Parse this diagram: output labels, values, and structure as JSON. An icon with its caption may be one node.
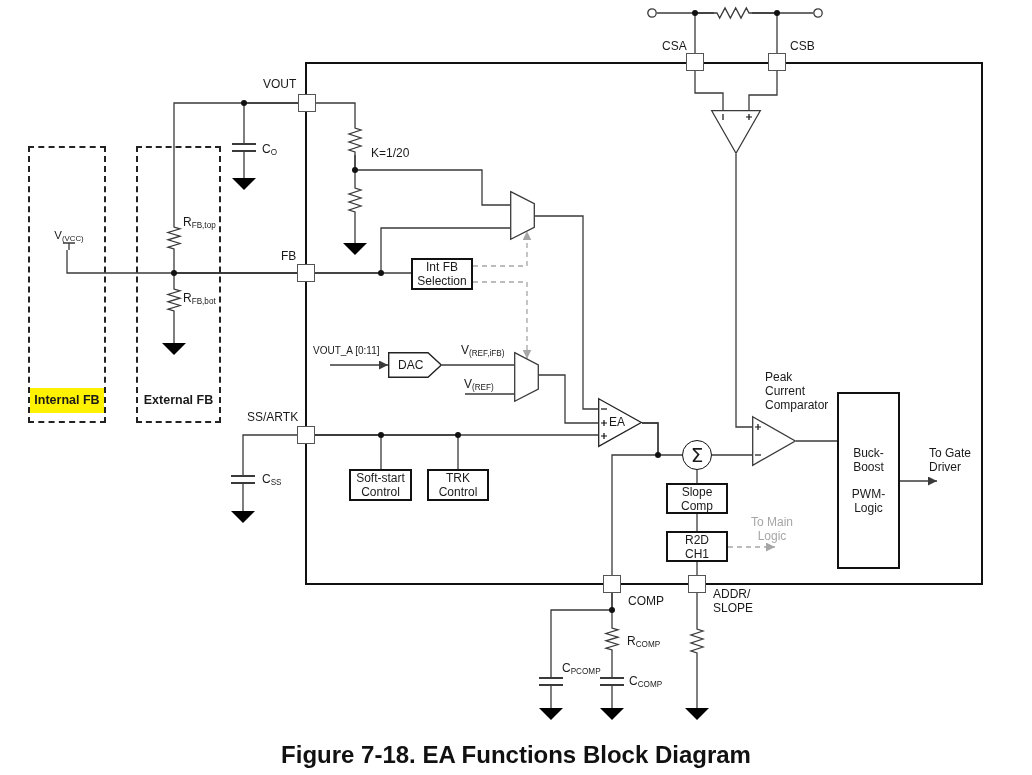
{
  "diagram": {
    "caption": "Figure 7-18. EA Functions Block Diagram",
    "nodes": [
      {
        "text": [
          "Internal FB"
        ]
      },
      {
        "text": [
          "External FB"
        ]
      },
      {
        "text": [],
        "shape": "box"
      },
      {
        "text": [],
        "shape": "box",
        "beside": [
          "VOUT"
        ]
      },
      {
        "text": [],
        "shape": "box",
        "beside": [
          "FB"
        ]
      },
      {
        "text": [],
        "shape": "box",
        "beside": [
          "SS/ARTK"
        ]
      },
      {
        "text": [],
        "shape": "box",
        "beside": [
          "CSA"
        ]
      },
      {
        "text": [],
        "shape": "box",
        "beside": [
          "CSB"
        ]
      },
      {
        "text": [],
        "shape": "box",
        "beside": [
          "COMP"
        ]
      },
      {
        "text": [],
        "shape": "box",
        "beside": [
          "ADDR/ SLOPE"
        ]
      },
      {
        "text": [
          "V$_{(VCC)}$"
        ],
        "in": 0
      },
      {
        "text": [],
        "shape": "resistor",
        "beside": [
          "R$_{FB,top}$"
        ],
        "in": 1
      },
      {
        "text": [],
        "shape": "resistor",
        "beside": [
          "R$_{FB,bot}$"
        ],
        "in": 1
      },
      {
        "text": [],
        "shape": "ground",
        "in": 1
      },
      {
        "text": [],
        "shape": "capacitor",
        "beside": [
          "C$_{O}$"
        ]
      },
      {
        "text": [],
        "shape": "ground"
      },
      {
        "text": [],
        "shape": "capacitor",
        "beside": [
          "C$_{SS}$"
        ]
      },
      {
        "text": [],
        "shape": "ground"
      },
      {
        "text": [],
        "shape": "circle"
      },
      {
        "text": [],
        "shape": "resistor"
      },
      {
        "text": [],
        "shape": "circle"
      },
      {
        "text": [],
        "shape": "resistor",
        "beside": [
          "K=1/20"
        ],
        "in": 2
      },
      {
        "text": [],
        "shape": "resistor",
        "in": 2
      },
      {
        "text": [],
        "shape": "ground",
        "in": 2
      },
      {
        "text": [],
        "shape": "trapezoid",
        "in": 2
      },
      {
        "text": [
          "Int FB Selection"
        ],
        "in": 2
      },
      {
        "text": [
          "DAC"
        ],
        "in": 2
      },
      {
        "text": [],
        "shape": "trapezoid",
        "in": 2
      },
      {
        "text": [
          "EA"
        ],
        "in": 2
      },
      {
        "text": [
          "Soft-start Control"
        ],
        "in": 2
      },
      {
        "text": [
          "TRK Control"
        ],
        "in": 2
      },
      {
        "text": [
          "Σ"
        ],
        "in": 2
      },
      {
        "text": [
          "Slope Comp"
        ],
        "in": 2
      },
      {
        "text": [
          "R2D CH1"
        ],
        "in": 2
      },
      {
        "text": [],
        "shape": "triangle",
        "in": 2
      },
      {
        "text": [],
        "shape": "triangle",
        "beside": [
          "Peak Current Comparator"
        ],
        "in": 2
      },
      {
        "text": [
          "Buck- Boost",
          "PWM- Logic"
        ],
        "in": 2
      },
      {
        "text": [],
        "shape": "capacitor",
        "beside": [
          "C$_{PCOMP}$"
        ]
      },
      {
        "text": [],
        "shape": "ground"
      },
      {
        "text": [],
        "shape": "resistor",
        "beside": [
          "R$_{COMP}$"
        ]
      },
      {
        "text": [],
        "shape": "capacitor",
        "beside": [
          "C$_{COMP}$"
        ]
      },
      {
        "text": [],
        "shape": "ground"
      },
      {
        "text": [],
        "shape": "resistor"
      },
      {
        "text": [],
        "shape": "ground"
      }
    ],
    "edges": [
      {
        "from": 3,
        "to": 14,
        "arrow": "none"
      },
      {
        "from": 3,
        "to": 11,
        "arrow": "none"
      },
      {
        "from": 14,
        "to": 15,
        "arrow": "none"
      },
      {
        "from": 10,
        "to": 4,
        "arrow": "none"
      },
      {
        "from": 11,
        "to": 4,
        "arrow": "none"
      },
      {
        "from": 12,
        "to": 4,
        "arrow": "none"
      },
      {
        "from": 12,
        "to": 13,
        "arrow": "none"
      },
      {
        "from": 5,
        "to": 16,
        "arrow": "none"
      },
      {
        "from": 16,
        "to": 17,
        "arrow": "none"
      },
      {
        "from": 18,
        "to": 19,
        "arrow": "none"
      },
      {
        "from": 19,
        "to": 20,
        "arrow": "none"
      },
      {
        "from": 6,
        "to": 19,
        "arrow": "none"
      },
      {
        "from": 7,
        "to": 19,
        "arrow": "none"
      },
      {
        "from": 6,
        "to": 34,
        "arrow": "none"
      },
      {
        "from": 7,
        "to": 34,
        "arrow": "none"
      },
      {
        "from": 34,
        "to": 35,
        "arrow": "none"
      },
      {
        "from": 3,
        "to": 21,
        "arrow": "none"
      },
      {
        "from": 21,
        "to": 22,
        "arrow": "none"
      },
      {
        "from": 22,
        "to": 23,
        "arrow": "none"
      },
      {
        "from": 21,
        "to": 24,
        "arrow": "none"
      },
      {
        "from": 4,
        "to": 25,
        "arrow": "none"
      },
      {
        "from": 4,
        "to": 24,
        "arrow": "none"
      },
      {
        "from": 25,
        "to": 24,
        "arrow": "to",
        "style": "dashed",
        "color": "#a6a6a6"
      },
      {
        "from": 25,
        "to": 27,
        "arrow": "to",
        "style": "dashed",
        "color": "#a6a6a6"
      },
      {
        "from": null,
        "to": 26,
        "arrow": "to",
        "label": "VOUT_A [0:11]"
      },
      {
        "from": 26,
        "to": 27,
        "arrow": "none",
        "label": "V$_{(REF,iFB)}$"
      },
      {
        "from": null,
        "to": 27,
        "arrow": "none",
        "label": "V$_{(REF)}$"
      },
      {
        "from": 24,
        "to": 28,
        "arrow": "none"
      },
      {
        "from": 27,
        "to": 28,
        "arrow": "none"
      },
      {
        "from": 5,
        "to": 28,
        "arrow": "none"
      },
      {
        "from": 5,
        "to": 29,
        "arrow": "none"
      },
      {
        "from": 5,
        "to": 30,
        "arrow": "none"
      },
      {
        "from": 28,
        "to": 31,
        "arrow": "none"
      },
      {
        "from": 28,
        "to": 8,
        "arrow": "none"
      },
      {
        "from": 31,
        "to": 35,
        "arrow": "none"
      },
      {
        "from": 32,
        "to": 31,
        "arrow": "none"
      },
      {
        "from": 33,
        "to": 32,
        "arrow": "none"
      },
      {
        "from": 9,
        "to": 33,
        "arrow": "none"
      },
      {
        "from": 33,
        "to": null,
        "arrow": "to",
        "label": "To Main Logic",
        "style": "dashed",
        "color": "#a6a6a6"
      },
      {
        "from": 35,
        "to": 36,
        "arrow": "none"
      },
      {
        "from": 36,
        "to": null,
        "arrow": "to",
        "label": "To Gate Driver"
      },
      {
        "from": 8,
        "to": 39,
        "arrow": "none"
      },
      {
        "from": 8,
        "to": 37,
        "arrow": "none"
      },
      {
        "from": 39,
        "to": 40,
        "arrow": "none"
      },
      {
        "from": 40,
        "to": 41,
        "arrow": "none"
      },
      {
        "from": 37,
        "to": 38,
        "arrow": "none"
      },
      {
        "from": 9,
        "to": 42,
        "arrow": "none"
      },
      {
        "from": 42,
        "to": 43,
        "arrow": "none"
      }
    ]
  }
}
